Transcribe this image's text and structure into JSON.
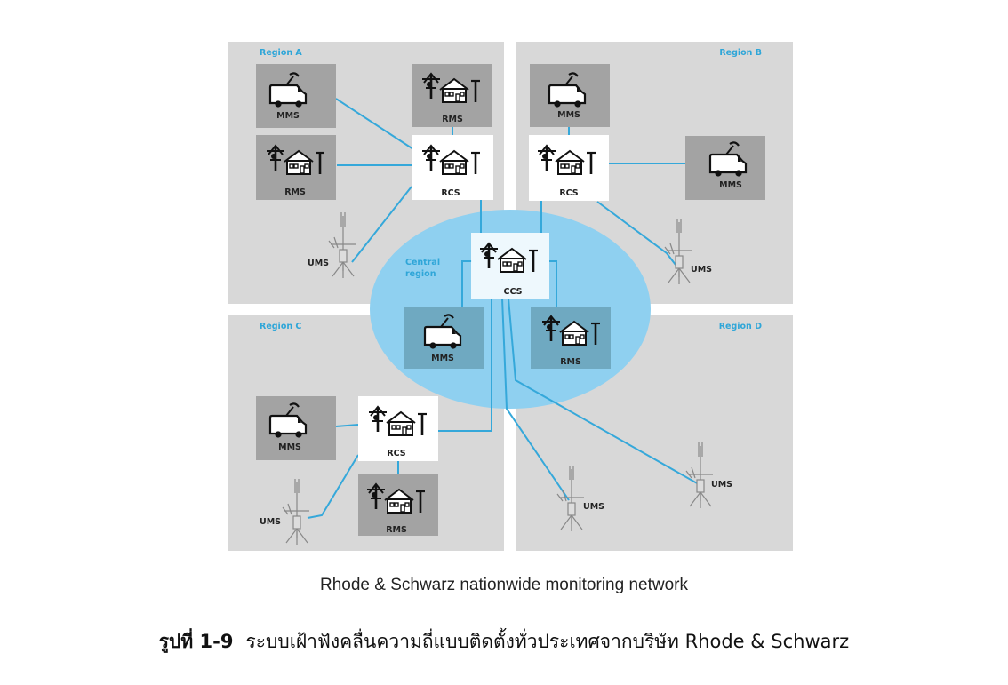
{
  "regions": {
    "a": "Region A",
    "b": "Region B",
    "c": "Region C",
    "d": "Region D",
    "central_line1": "Central",
    "central_line2": "region"
  },
  "node_labels": {
    "mms": "MMS",
    "rms": "RMS",
    "rcs": "RCS",
    "ccs": "CCS",
    "ums": "UMS"
  },
  "caption": "Rhode & Schwarz nationwide monitoring network",
  "figure": {
    "number": "รูปที่ 1-9",
    "text": "ระบบเฝ้าฟังคลื่นความถี่แบบติดตั้งทั่วประเทศจากบริษัท Rhode & Schwarz"
  },
  "colors": {
    "region_bg": "#d8d8d8",
    "node_gray": "#a3a3a3",
    "node_blue": "#6fa9c1",
    "central_ellipse": "#8fd0f0",
    "link": "#35a8da",
    "accent_text": "#2fa6d8"
  }
}
